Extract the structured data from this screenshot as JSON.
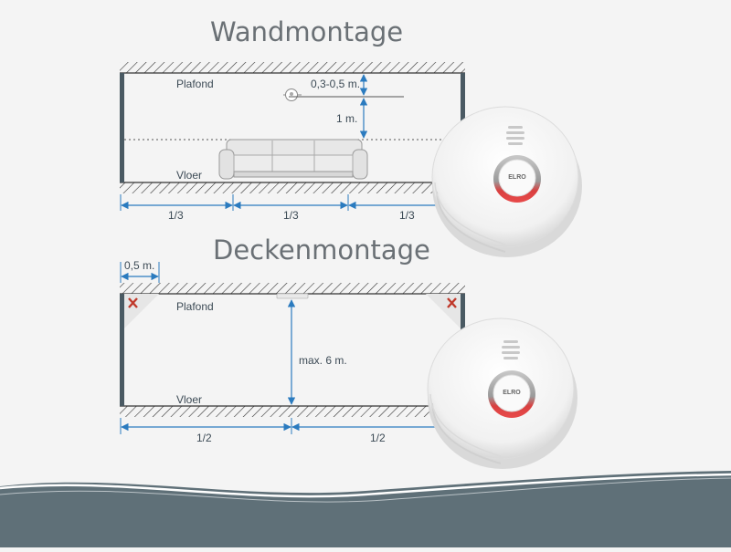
{
  "wall_mount": {
    "title": "Wandmontage",
    "ceiling_label": "Plafond",
    "floor_label": "Vloer",
    "ceiling_distance": "0,3-0,5 m.",
    "height_distance": "1 m.",
    "thirds": [
      "1/3",
      "1/3",
      "1/3"
    ]
  },
  "ceiling_mount": {
    "title": "Deckenmontage",
    "corner_distance": "0,5 m.",
    "ceiling_label": "Plafond",
    "floor_label": "Vloer",
    "max_height": "max. 6 m.",
    "halves": [
      "1/2",
      "1/2"
    ]
  },
  "detector": {
    "brand": "ELRO"
  },
  "colors": {
    "dimension_blue": "#2b7bbf",
    "wall_dark": "#4a5a63",
    "forbidden_red": "#c0392b",
    "wave_dark": "#5f7078",
    "background": "#f4f4f4"
  }
}
